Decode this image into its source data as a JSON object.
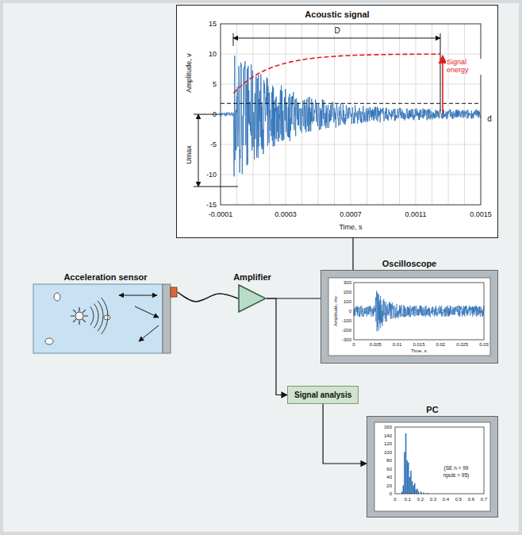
{
  "diagram": {
    "nodes": [
      {
        "text": [
          "Acoustic signal"
        ]
      },
      {
        "text": [
          "Acceleration sensor"
        ]
      },
      {
        "text": [
          "Amplifier"
        ]
      },
      {
        "text": [
          "Oscilloscope"
        ]
      },
      {
        "text": [
          "Signal analysis"
        ]
      },
      {
        "text": [
          "PC"
        ]
      }
    ],
    "edges": [
      {
        "from": 1,
        "to": 2,
        "arrow": "none"
      },
      {
        "from": 2,
        "to": 3,
        "arrow": "none"
      },
      {
        "from": 2,
        "to": 4,
        "arrow": "to"
      },
      {
        "from": 4,
        "to": 5,
        "arrow": "to"
      },
      {
        "from": 3,
        "to": 0,
        "arrow": "none"
      }
    ],
    "labels": [
      "15",
      "10",
      "5",
      "0",
      "-5",
      "-10",
      "-15",
      "-0.0001",
      "0.0003",
      "0.0007",
      "0.0011",
      "0.0015",
      "Amplitude, v",
      "Time, s",
      "D",
      "Signal energy",
      "d",
      "Umax",
      "300",
      "200",
      "100",
      "0",
      "-100",
      "-200",
      "-300",
      "0",
      "0.005",
      "0.01",
      "0.015",
      "0.02",
      "0.025",
      "0.03",
      "Amplitude, mv",
      "Time, s",
      "160",
      "140",
      "120",
      "100",
      "80",
      "60",
      "40",
      "20",
      "0",
      "0",
      "0.1",
      "0.2",
      "0.3",
      "0.4",
      "0.5",
      "0.6",
      "0.7",
      "(SE n = 99",
      "npuls = 95)"
    ]
  }
}
